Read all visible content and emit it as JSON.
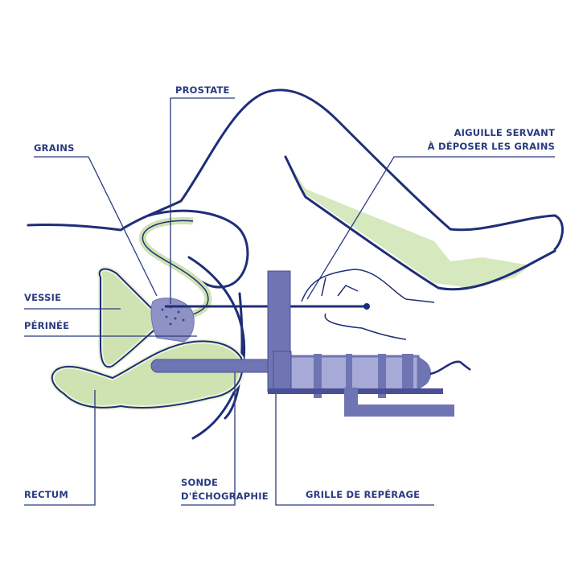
{
  "colors": {
    "navy": "#1f2e78",
    "instrument": "#6f74b3",
    "instrument_light": "#a7aad6",
    "tissue": "#cfe3b2",
    "tissue_rim": "#eaf4d6"
  },
  "labels": {
    "prostate": "PROSTATE",
    "grains": "GRAINS",
    "aiguille_line1": "AIGUILLE SERVANT",
    "aiguille_line2": "À DÉPOSER LES GRAINS",
    "vessie": "VESSIE",
    "perinee": "PÉRINÉE",
    "rectum": "RECTUM",
    "sonde_line1": "SONDE",
    "sonde_line2": "D'ÉCHOGRAPHIE",
    "grille": "GRILLE DE REPÉRAGE"
  }
}
